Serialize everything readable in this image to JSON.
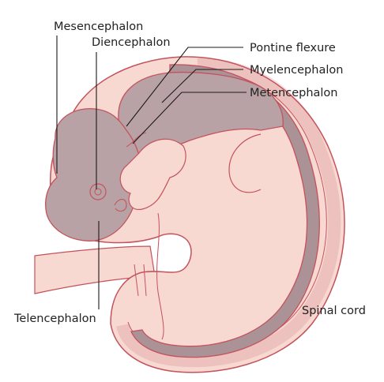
{
  "labels": {
    "mesencephalon": "Mesencephalon",
    "diencephalon": "Diencephalon",
    "pontine_flexure": "Pontine flexure",
    "myelencephalon": "Myelencephalon",
    "metencephalon": "Metencephalon",
    "telencephalon": "Telencephalon",
    "spinal_cord": "Spinal cord"
  },
  "colors": {
    "skin": "#f7d9d2",
    "outline": "#c4525c",
    "brain": "#b9a2a5",
    "brain_dark": "#a88f93",
    "cord": "#aa9297"
  }
}
